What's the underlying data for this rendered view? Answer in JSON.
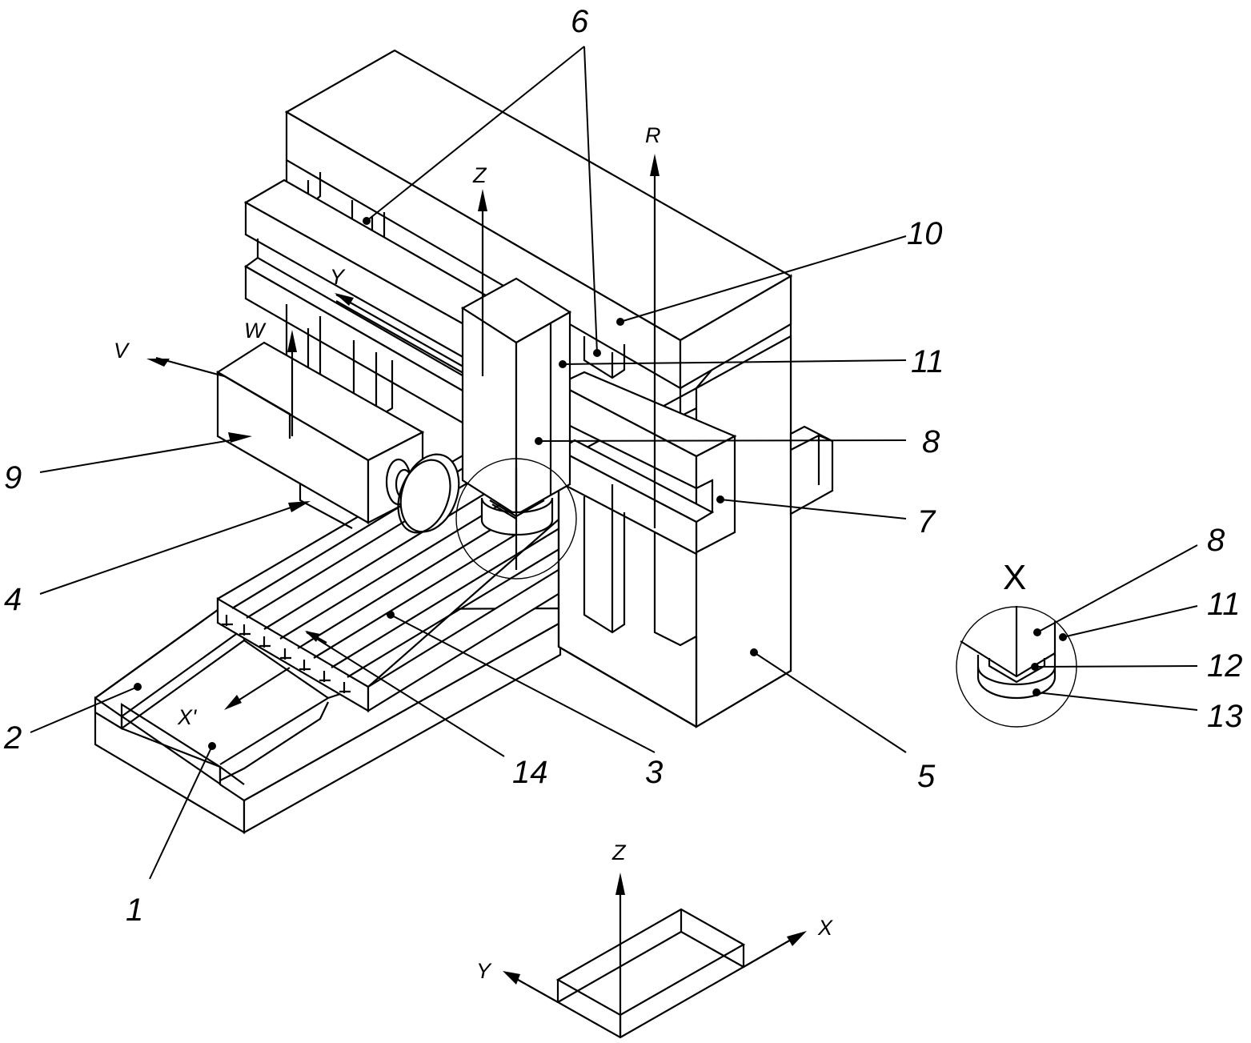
{
  "figure": {
    "title": "Isometric view of multi-axis grinding machine tool",
    "style": "patent line drawing",
    "colors": {
      "line": "#000000",
      "background": "#ffffff"
    }
  },
  "reference_numerals": {
    "n1": "1",
    "n2": "2",
    "n3": "3",
    "n4": "4",
    "n5": "5",
    "n6": "6",
    "n7": "7",
    "n8": "8",
    "n9": "9",
    "n10": "10",
    "n11": "11",
    "n14": "14"
  },
  "axis_labels": {
    "z": "Z",
    "r": "R",
    "y": "Y",
    "w": "W",
    "v": "V",
    "x_prime": "X'"
  },
  "detail_view": {
    "title": "X",
    "labels": {
      "n8": "8",
      "n11": "11",
      "n12": "12",
      "n13": "13"
    }
  },
  "coordinate_system": {
    "z": "Z",
    "x": "X",
    "y": "Y"
  }
}
